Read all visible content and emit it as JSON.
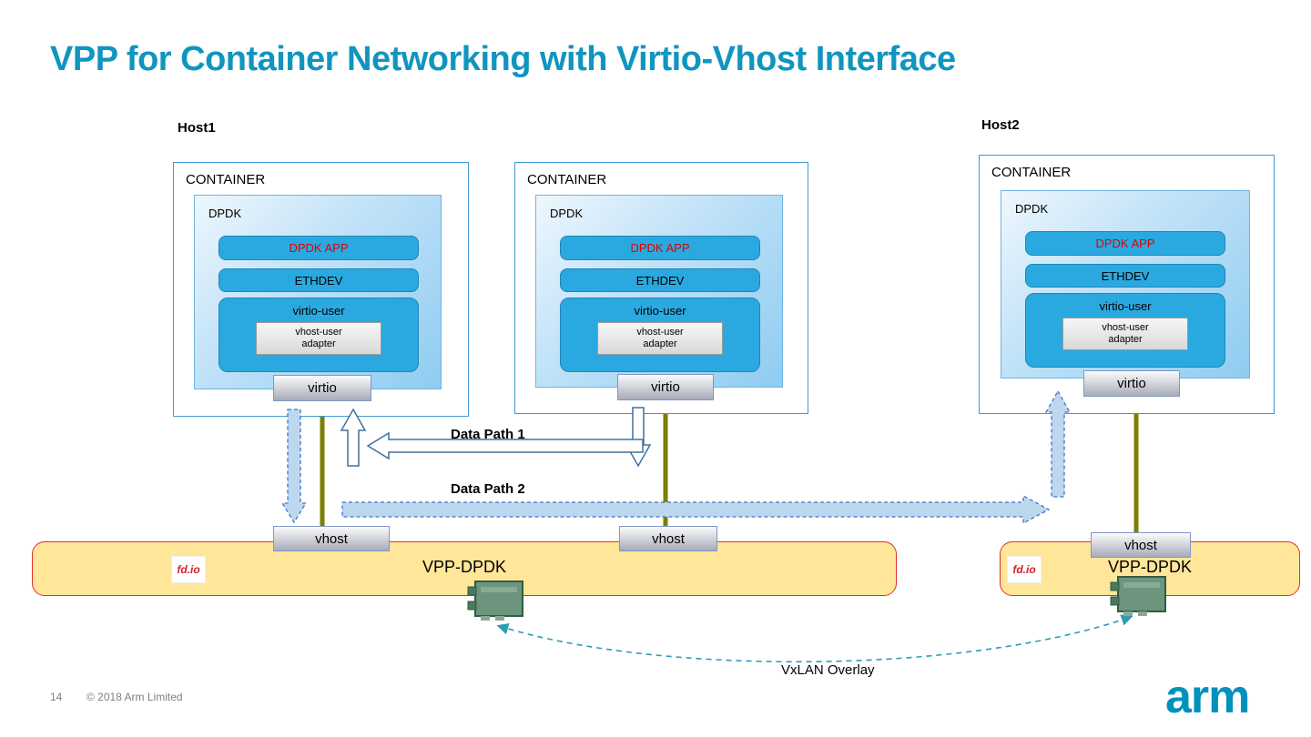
{
  "title": "VPP for Container Networking with Virtio-Vhost Interface",
  "hosts": {
    "host1": "Host1",
    "host2": "Host2"
  },
  "containers": [
    {
      "label": "CONTAINER",
      "dpdk": "DPDK",
      "app": "DPDK APP",
      "ethdev": "ETHDEV",
      "virtio_user": "virtio-user",
      "adapter": "vhost-user adapter",
      "virtio_port": "virtio",
      "vhost_port": "vhost"
    },
    {
      "label": "CONTAINER",
      "dpdk": "DPDK",
      "app": "DPDK APP",
      "ethdev": "ETHDEV",
      "virtio_user": "virtio-user",
      "adapter": "vhost-user adapter",
      "virtio_port": "virtio",
      "vhost_port": "vhost"
    },
    {
      "label": "CONTAINER",
      "dpdk": "DPDK",
      "app": "DPDK APP",
      "ethdev": "ETHDEV",
      "virtio_user": "virtio-user",
      "adapter": "vhost-user adapter",
      "virtio_port": "virtio",
      "vhost_port": "vhost"
    }
  ],
  "vpp": [
    {
      "label": "VPP-DPDK"
    },
    {
      "label": "VPP-DPDK"
    }
  ],
  "fdio_logo": "fd.io",
  "annotations": {
    "data_path_1": "Data Path 1",
    "data_path_2": "Data Path 2",
    "vxlan": "VxLAN Overlay"
  },
  "footer": {
    "page": "14",
    "copyright": "© 2018 Arm Limited",
    "brand": "arm"
  },
  "colors": {
    "title_teal": "#1095BF",
    "block_blue": "#2AA9E0",
    "app_text_red": "#E00000",
    "vpp_yellow": "#FFE699",
    "vpp_border_red": "#E02F2F",
    "olive_link": "#7E7E00",
    "datapath_fill_blue": "#BDD7EE",
    "datapath_stroke_blue": "#4472C4",
    "vxlan_teal": "#2E9BB5",
    "arm_blue": "#0091BD"
  }
}
